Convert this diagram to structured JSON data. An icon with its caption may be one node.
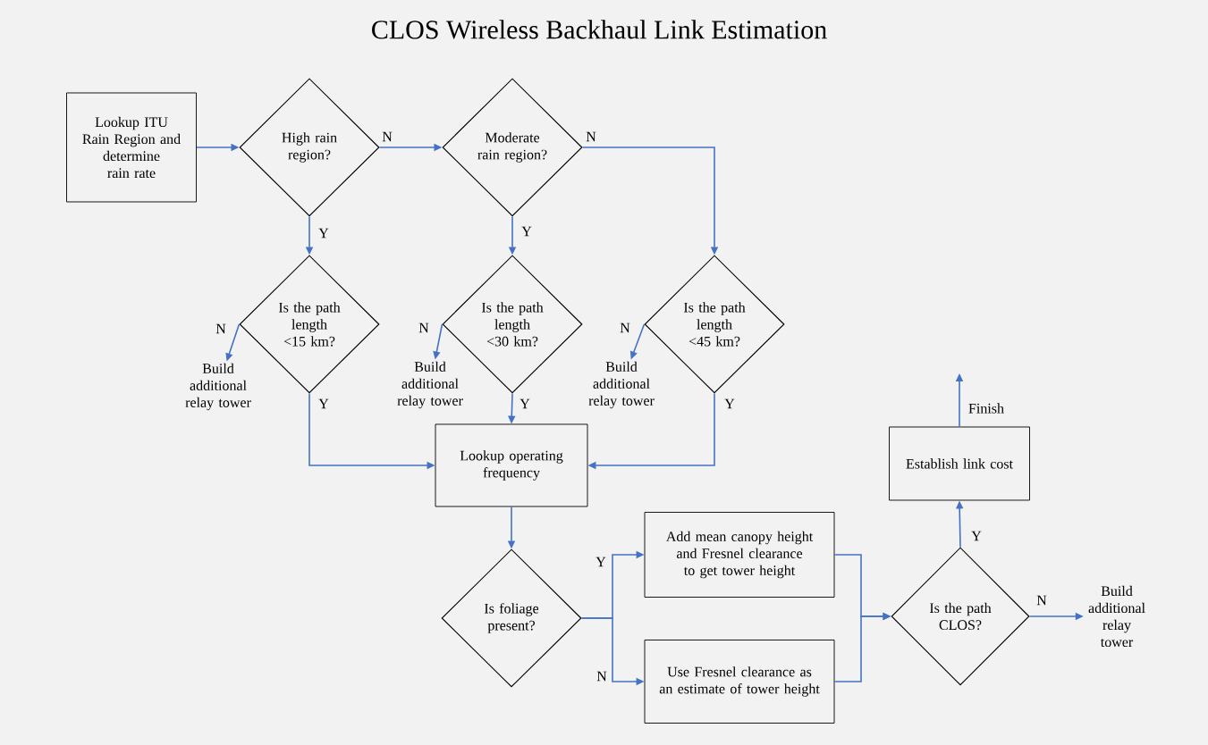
{
  "diagram": {
    "title": "CLOS Wireless Backhaul Link Estimation",
    "nodes": [
      {
        "text": [
          "Lookup ITU Rain Region and determine rain rate"
        ]
      },
      {
        "text": [
          "High rain region?"
        ]
      },
      {
        "text": [
          "Moderate rain region?"
        ]
      },
      {
        "text": [
          "Is the path length <15 km?"
        ]
      },
      {
        "text": [
          "Build additional relay tower"
        ]
      },
      {
        "text": [
          "Is the path length <30 km?"
        ]
      },
      {
        "text": [
          "Build additional relay tower"
        ]
      },
      {
        "text": [
          "Is the path length <45 km?"
        ]
      },
      {
        "text": [
          "Build additional relay tower"
        ]
      },
      {
        "text": [
          "Lookup operating frequency"
        ]
      },
      {
        "text": [
          "Is foliage present?"
        ]
      },
      {
        "text": [
          "Add mean canopy height and Fresnel clearance to get tower height"
        ]
      },
      {
        "text": [
          "Use Fresnel clearance as an estimate of tower height"
        ]
      },
      {
        "text": [
          "Is the path CLOS?"
        ]
      },
      {
        "text": [
          "Establish link cost"
        ]
      },
      {
        "text": [
          "Build additional relay tower"
        ]
      }
    ],
    "edges": [
      {
        "from": 0,
        "to": 1,
        "arrow": "to"
      },
      {
        "from": 1,
        "to": 2,
        "arrow": "to",
        "label": "N"
      },
      {
        "from": 2,
        "to": 7,
        "arrow": "to",
        "label": "N"
      },
      {
        "from": 1,
        "to": 3,
        "arrow": "to",
        "label": "Y"
      },
      {
        "from": 2,
        "to": 5,
        "arrow": "to",
        "label": "Y"
      },
      {
        "from": 3,
        "to": 4,
        "arrow": "to",
        "label": "N"
      },
      {
        "from": 5,
        "to": 6,
        "arrow": "to",
        "label": "N"
      },
      {
        "from": 7,
        "to": 8,
        "arrow": "to",
        "label": "N"
      },
      {
        "from": 3,
        "to": 9,
        "arrow": "to",
        "label": "Y"
      },
      {
        "from": 5,
        "to": 9,
        "arrow": "to",
        "label": "Y"
      },
      {
        "from": 7,
        "to": 9,
        "arrow": "to",
        "label": "Y"
      },
      {
        "from": 9,
        "to": 10,
        "arrow": "to"
      },
      {
        "from": 10,
        "to": 11,
        "arrow": "to",
        "label": "Y"
      },
      {
        "from": 10,
        "to": 12,
        "arrow": "to",
        "label": "N"
      },
      {
        "from": 11,
        "to": 13,
        "arrow": "to"
      },
      {
        "from": 12,
        "to": 13,
        "arrow": "to"
      },
      {
        "from": 13,
        "to": 14,
        "arrow": "to",
        "label": "Y"
      },
      {
        "from": 13,
        "to": 15,
        "arrow": "to",
        "label": "N"
      },
      {
        "from": 14,
        "to": null,
        "arrow": "to",
        "label": "Finish"
      }
    ]
  }
}
